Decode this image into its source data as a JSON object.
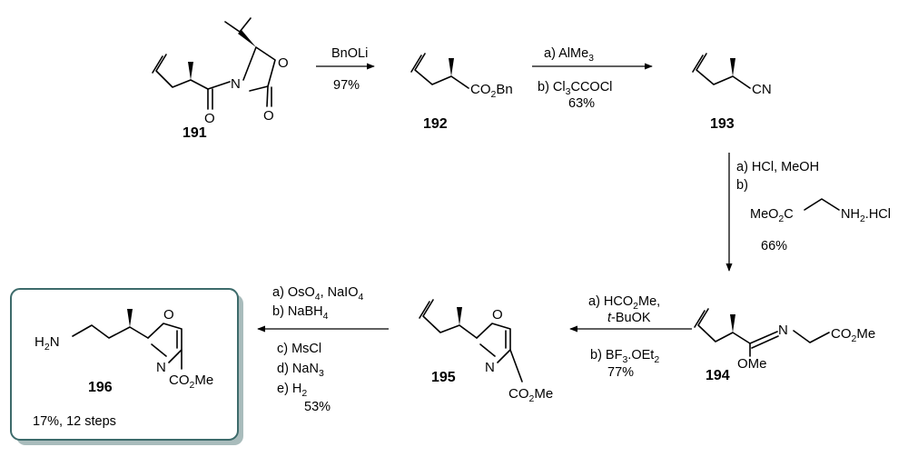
{
  "compounds": {
    "c191": {
      "number": "191"
    },
    "c192": {
      "number": "192",
      "group": "CO2Bn"
    },
    "c193": {
      "number": "193",
      "group": "CN"
    },
    "c194": {
      "number": "194",
      "group_n": "N",
      "group_ester": "CO2Me",
      "group_ome": "OMe"
    },
    "c195": {
      "number": "195",
      "group": "CO2Me"
    },
    "c196": {
      "number": "196",
      "group_amine": "H2N",
      "group": "CO2Me",
      "summary": "17%, 12 steps"
    }
  },
  "atoms": {
    "O": "O",
    "N": "N"
  },
  "steps": {
    "s1": {
      "reagent": "BnOLi",
      "yield": "97%"
    },
    "s2": {
      "a": "a) AlMe3",
      "b": "b) Cl3CCOCl",
      "yield": "63%"
    },
    "s3": {
      "a": "a) HCl, MeOH",
      "b": "b)",
      "reagent_left": "MeO2C",
      "reagent_right": "NH2.HCl",
      "yield": "66%"
    },
    "s4": {
      "a1": "a) HCO2Me,",
      "a2": "t-BuOK",
      "b": "b) BF3.OEt2",
      "yield": "77%"
    },
    "s5": {
      "a": "a) OsO4, NaIO4",
      "b": "b) NaBH4",
      "c": "c) MsCl",
      "d": "d) NaN3",
      "e": "e) H2",
      "yield": "53%"
    }
  },
  "colors": {
    "box_border": "#3d6b6b",
    "box_shadow": "#a9bcbc"
  }
}
